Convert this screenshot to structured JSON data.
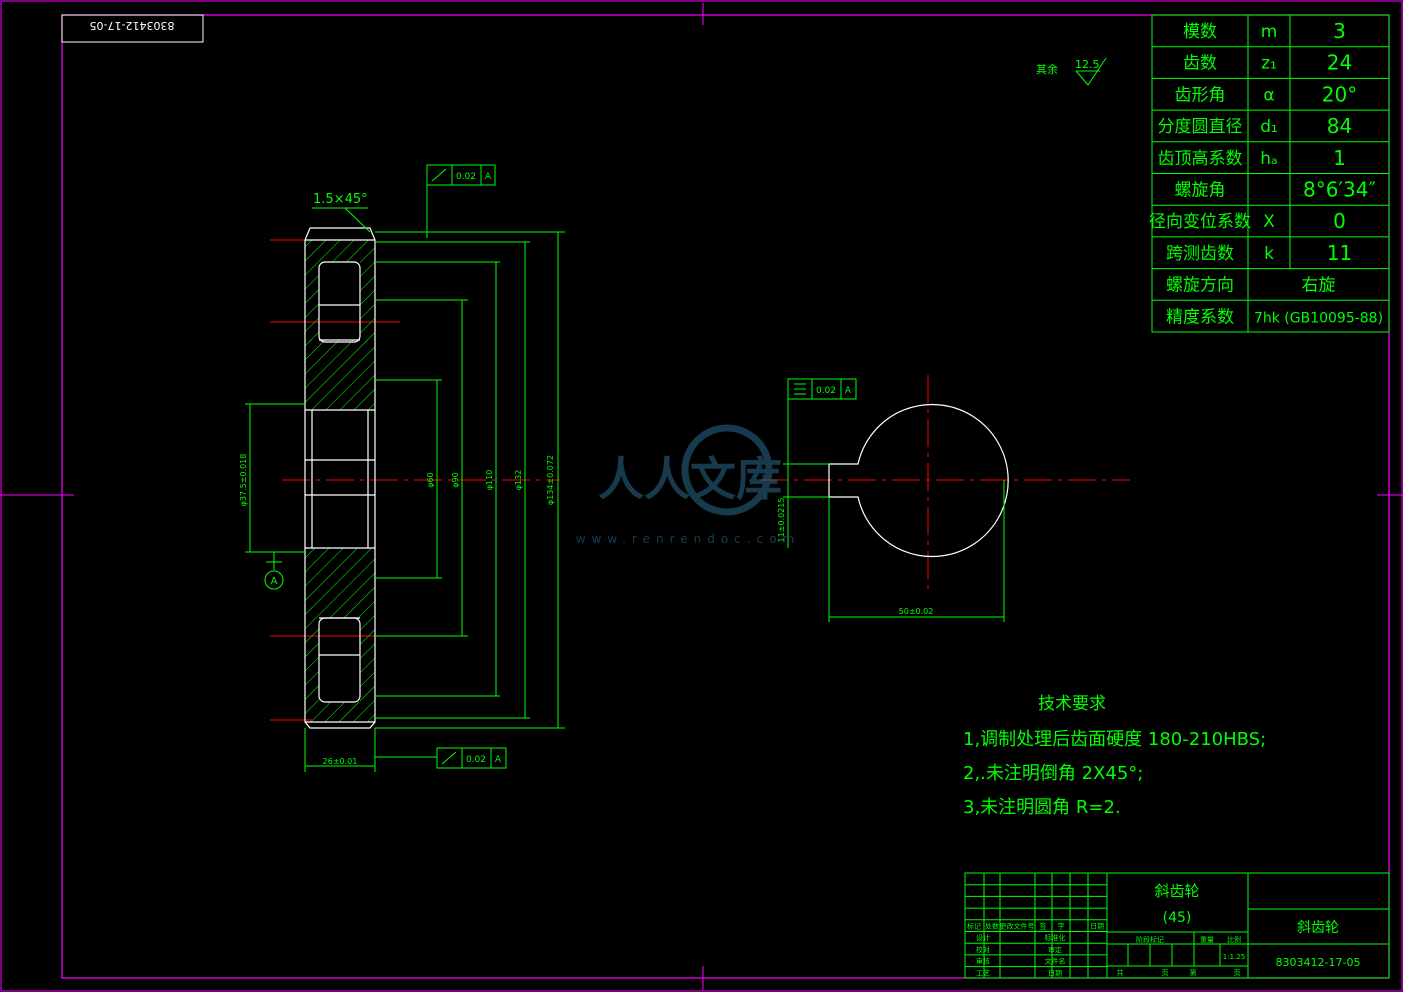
{
  "drawing_number_rotated": "8303412-17-05",
  "roughness": {
    "label": "其余",
    "value": "12.5"
  },
  "chamfer_note": "1.5×45°",
  "tolerance_frames": {
    "top": {
      "value": "0.02",
      "datum": "A"
    },
    "bottom": {
      "value": "0.02",
      "datum": "A"
    },
    "keyway": {
      "value": "0.02",
      "datum": "A"
    }
  },
  "datum_symbol": "A",
  "dimensions": {
    "d_bore": "φ37.5±0.018",
    "d60": "φ60",
    "d90": "φ90",
    "d110": "φ110",
    "d132": "φ132",
    "d_tip": "φ134±0.072",
    "width": "26±0.01",
    "key_width": "11±0.0215",
    "key_depth": "50±0.02"
  },
  "param_table": [
    {
      "label": "模数",
      "symbol": "m",
      "value": "3"
    },
    {
      "label": "齿数",
      "symbol": "z₁",
      "value": "24"
    },
    {
      "label": "齿形角",
      "symbol": "α",
      "value": "20°"
    },
    {
      "label": "分度圆直径",
      "symbol": "d₁",
      "value": "84"
    },
    {
      "label": "齿顶高系数",
      "symbol": "hₐ",
      "value": "1"
    },
    {
      "label": "螺旋角",
      "symbol": "",
      "value": "8°6′34″"
    },
    {
      "label": "径向变位系数",
      "symbol": "X",
      "value": "0"
    },
    {
      "label": "跨测齿数",
      "symbol": "k",
      "value": "11"
    },
    {
      "label": "螺旋方向",
      "symbol": "",
      "value": "右旋"
    },
    {
      "label": "精度系数",
      "symbol": "",
      "value": "7hk (GB10095-88)"
    }
  ],
  "watermark": {
    "brand": "人人文库",
    "url": "www.renrendoc.com"
  },
  "tech_requirements": {
    "title": "技术要求",
    "items": [
      "1,调制处理后齿面硬度 180-210HBS;",
      "2,.未注明倒角 2X45°;",
      "3,未注明圆角 R=2."
    ]
  },
  "title_block": {
    "part_name": "斜齿轮",
    "material": "(45)",
    "part_name_right": "斜齿轮",
    "drawing_number": "8303412-17-05",
    "scale": "1:1.25",
    "header_labels": [
      "标记",
      "处数",
      "更改文件号",
      "签",
      "字",
      "日期"
    ],
    "row_labels": [
      "设计",
      "校对",
      "审核",
      "工艺"
    ],
    "mid_labels": [
      "标准化",
      "审定",
      "文件名",
      "日期"
    ],
    "stage_labels": [
      "阶段标记",
      "重量",
      "比例"
    ],
    "sheet_labels": [
      "共",
      "页",
      "第",
      "页"
    ]
  },
  "colors": {
    "border": "#ff00ff",
    "line": "#00ff00",
    "center": "#ff0000",
    "outline": "#ffffff"
  }
}
